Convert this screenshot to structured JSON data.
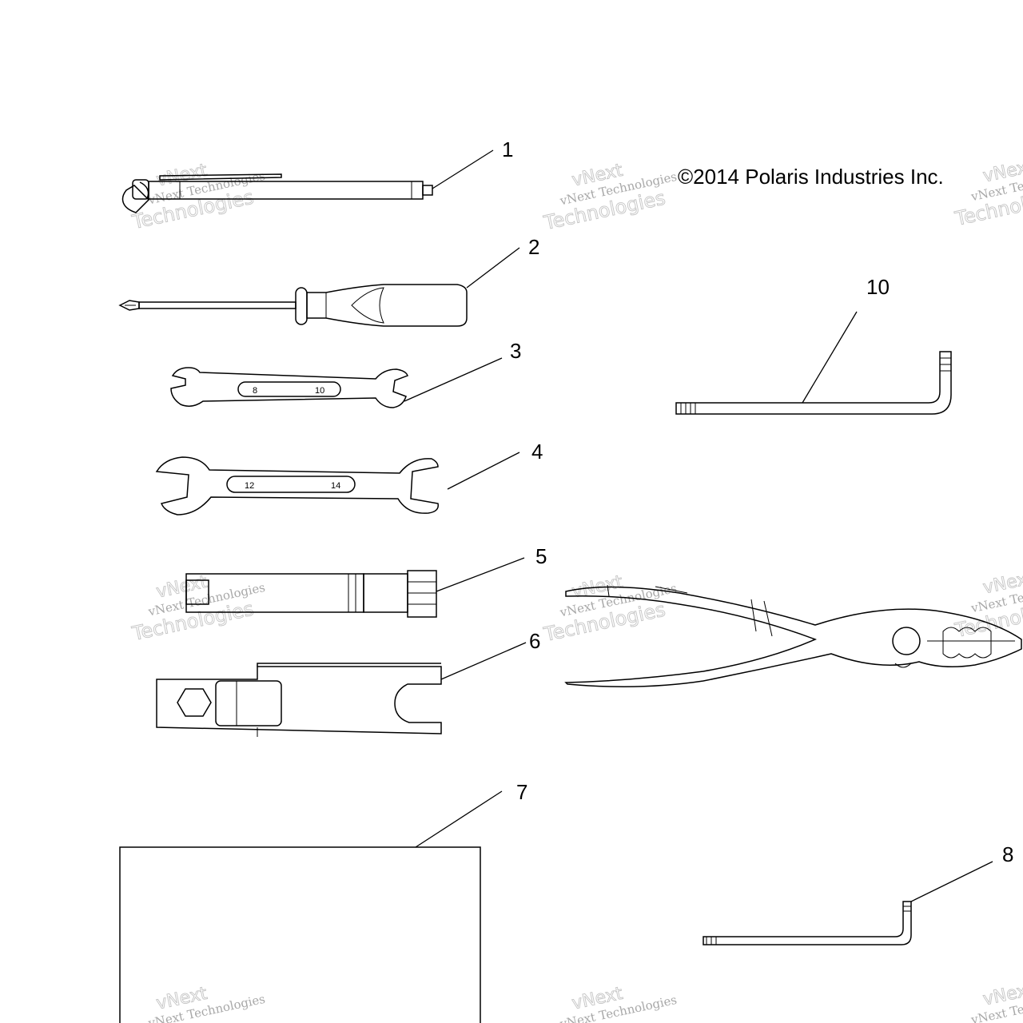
{
  "copyright": "©2014 Polaris Industries Inc.",
  "callouts": [
    {
      "id": "1",
      "label": "1"
    },
    {
      "id": "2",
      "label": "2"
    },
    {
      "id": "3",
      "label": "3"
    },
    {
      "id": "4",
      "label": "4"
    },
    {
      "id": "5",
      "label": "5"
    },
    {
      "id": "6",
      "label": "6"
    },
    {
      "id": "7",
      "label": "7"
    },
    {
      "id": "8",
      "label": "8"
    },
    {
      "id": "10",
      "label": "10"
    }
  ],
  "wrench_small_marks": {
    "left": "8",
    "right": "10"
  },
  "wrench_large_marks": {
    "left": "12",
    "right": "14"
  },
  "watermark": {
    "line_a": "vNext Technologies",
    "line_b": "vNext",
    "line_c": "Technologies"
  }
}
